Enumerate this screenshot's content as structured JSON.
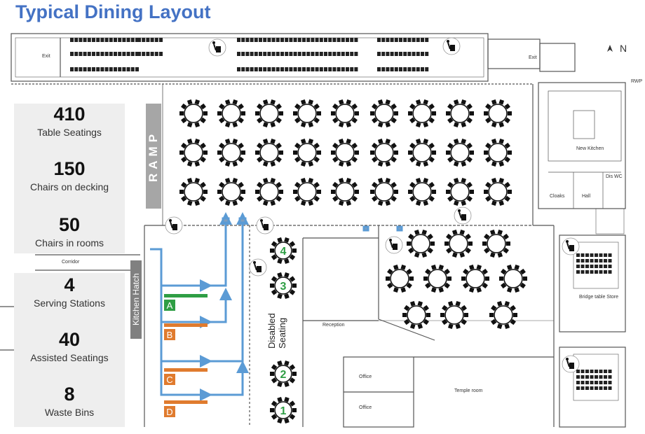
{
  "title": "Typical Dining Layout",
  "stats_top": [
    {
      "value": "410",
      "label": "Table Seatings"
    },
    {
      "value": "150",
      "label": "Chairs on decking"
    },
    {
      "value": "50",
      "label": "Chairs in rooms"
    }
  ],
  "stats_bottom": [
    {
      "value": "4",
      "label": "Serving Stations"
    },
    {
      "value": "40",
      "label": "Assisted Seatings"
    },
    {
      "value": "8",
      "label": "Waste Bins"
    }
  ],
  "labels": {
    "ramp": "RAMP",
    "kitchen_hatch": "Kitchen Hatch",
    "disabled_seating": "Disabled Seating",
    "corridor": "Corridor",
    "exit": "Exit",
    "new_kitchen": "New Kitchen",
    "cloaks": "Cloaks",
    "hall": "Hall",
    "dis_wc": "Dis WC",
    "bridge_store": "Bridge table Store",
    "reception": "Reception",
    "office": "Office",
    "temple_room": "Temple room",
    "rwp": "RWP",
    "north": "N"
  },
  "stations": [
    "A",
    "B",
    "C",
    "D"
  ],
  "station_colors": {
    "A": "#2e9e44",
    "B": "#e07b2e",
    "C": "#e07b2e",
    "D": "#e07b2e"
  },
  "disabled_tables": [
    "4",
    "3",
    "2",
    "1"
  ],
  "colors": {
    "accent": "#4472c4",
    "arrow": "#5b9bd5",
    "green": "#2e9e44",
    "orange": "#e07b2e"
  }
}
